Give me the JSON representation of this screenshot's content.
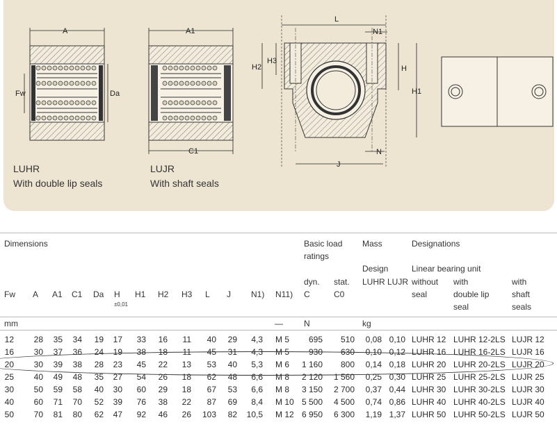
{
  "drawings": {
    "luhr": {
      "model": "LUHR",
      "caption": "With double lip seals",
      "labels": {
        "a": "A",
        "fw": "Fw",
        "da": "Da"
      }
    },
    "lujr": {
      "model": "LUJR",
      "caption": "With shaft seals",
      "labels": {
        "a1": "A1",
        "c1": "C1"
      }
    },
    "housing": {
      "labels": {
        "l": "L",
        "n1": "N1",
        "h2": "H2",
        "h3": "H3",
        "h": "H",
        "h1": "H1",
        "n": "N",
        "j": "J"
      }
    }
  },
  "table": {
    "groups": {
      "dimensions": "Dimensions",
      "basic_load": [
        "Basic load",
        "ratings"
      ],
      "mass": "Mass",
      "designations": "Designations"
    },
    "subheads": {
      "design": "Design",
      "linear_unit": "Linear bearing unit",
      "luhr": "LUHR",
      "lujr": "LUJR",
      "without": [
        "without",
        "seal"
      ],
      "double_lip": [
        "with",
        "double lip",
        "seal"
      ],
      "shaft_seals": [
        "with",
        "shaft",
        "seals"
      ],
      "dyn": [
        "dyn.",
        "C"
      ],
      "stat": [
        "stat.",
        "C0"
      ]
    },
    "columns": [
      {
        "key": "fw",
        "label": "Fw"
      },
      {
        "key": "a",
        "label": "A"
      },
      {
        "key": "a1",
        "label": "A1"
      },
      {
        "key": "c1",
        "label": "C1"
      },
      {
        "key": "da",
        "label": "Da"
      },
      {
        "key": "h",
        "label": "H",
        "note": "±0,01"
      },
      {
        "key": "h1",
        "label": "H1"
      },
      {
        "key": "h2",
        "label": "H2"
      },
      {
        "key": "h3",
        "label": "H3"
      },
      {
        "key": "l",
        "label": "L"
      },
      {
        "key": "j",
        "label": "J"
      },
      {
        "key": "n",
        "label": "N1)"
      },
      {
        "key": "n1",
        "label": "N11)"
      }
    ],
    "units": {
      "dimensions": "mm",
      "n1": "—",
      "load": "N",
      "mass": "kg"
    },
    "rows": [
      [
        "12",
        "28",
        "35",
        "34",
        "19",
        "17",
        "33",
        "16",
        "11",
        "40",
        "29",
        "4,3",
        "M 5",
        "695",
        "510",
        "0,08",
        "0,10",
        "LUHR 12",
        "LUHR 12-2LS",
        "LUJR 12"
      ],
      [
        "16",
        "30",
        "37",
        "36",
        "24",
        "19",
        "38",
        "18",
        "11",
        "45",
        "31",
        "4,3",
        "M 5",
        "930",
        "630",
        "0,10",
        "0,12",
        "LUHR 16",
        "LUHR 16-2LS",
        "LUJR 16"
      ],
      [
        "20",
        "30",
        "39",
        "38",
        "28",
        "23",
        "45",
        "22",
        "13",
        "53",
        "40",
        "5,3",
        "M 6",
        "1 160",
        "800",
        "0,14",
        "0,18",
        "LUHR 20",
        "LUHR 20-2LS",
        "LUJR 20"
      ],
      [
        "25",
        "40",
        "49",
        "48",
        "35",
        "27",
        "54",
        "26",
        "18",
        "62",
        "48",
        "6,6",
        "M 8",
        "2 120",
        "1 560",
        "0,25",
        "0,30",
        "LUHR 25",
        "LUHR 25-2LS",
        "LUJR 25"
      ],
      [
        "30",
        "50",
        "59",
        "58",
        "40",
        "30",
        "60",
        "29",
        "18",
        "67",
        "53",
        "6,6",
        "M 8",
        "3 150",
        "2 700",
        "0,37",
        "0,44",
        "LUHR 30",
        "LUHR 30-2LS",
        "LUJR 30"
      ],
      [
        "40",
        "60",
        "71",
        "70",
        "52",
        "39",
        "76",
        "38",
        "22",
        "87",
        "69",
        "8,4",
        "M 10",
        "5 500",
        "4 500",
        "0,74",
        "0,86",
        "LUHR 40",
        "LUHR 40-2LS",
        "LUJR 40"
      ],
      [
        "50",
        "70",
        "81",
        "80",
        "62",
        "47",
        "92",
        "46",
        "26",
        "103",
        "82",
        "10,5",
        "M 12",
        "6 950",
        "6 300",
        "1,19",
        "1,37",
        "LUHR 50",
        "LUHR 50-2LS",
        "LUJR 50"
      ]
    ]
  }
}
